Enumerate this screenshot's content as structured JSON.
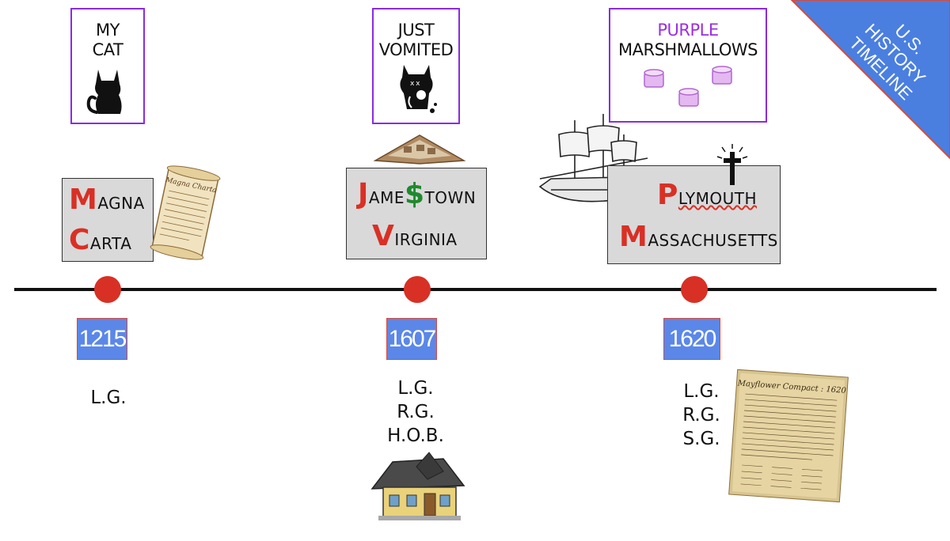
{
  "corner_title": {
    "line1": "U.S.",
    "line2": "HISTORY",
    "line3": "TIMELINE"
  },
  "mnemonics": [
    {
      "line1": "MY",
      "line2": "CAT"
    },
    {
      "line1": "JUST",
      "line2": "VOMITED"
    },
    {
      "line1": "PURPLE",
      "line2": "MARSHMALLOWS"
    }
  ],
  "events": [
    {
      "w1_cap": "M",
      "w1_rest": "AGNA",
      "w2_cap": "C",
      "w2_rest": "ARTA"
    },
    {
      "w1_cap": "J",
      "w1_rest": "AME",
      "w1_dollar": "$",
      "w1_rest2": "TOWN",
      "w2_cap": "V",
      "w2_rest": "IRGINIA"
    },
    {
      "w1_cap": "P",
      "w1_rest": "LYMOUTH",
      "w2_cap": "M",
      "w2_rest": "ASSACHUSETTS"
    }
  ],
  "years": [
    "1215",
    "1607",
    "1620"
  ],
  "abbreviations": [
    [
      "L.G."
    ],
    [
      "L.G.",
      "R.G.",
      "H.O.B."
    ],
    [
      "L.G.",
      "R.G.",
      "S.G."
    ]
  ],
  "document_images": {
    "magna_charta_title": "Magna Charta",
    "mayflower_title": "Mayflower Compact : 1620"
  },
  "colors": {
    "accent_red": "#d93025",
    "year_box_blue": "#5b87e8",
    "mnemonic_border": "#8a2be2",
    "purple_word": "#9b30e0",
    "corner_blue": "#4a7fe0"
  }
}
